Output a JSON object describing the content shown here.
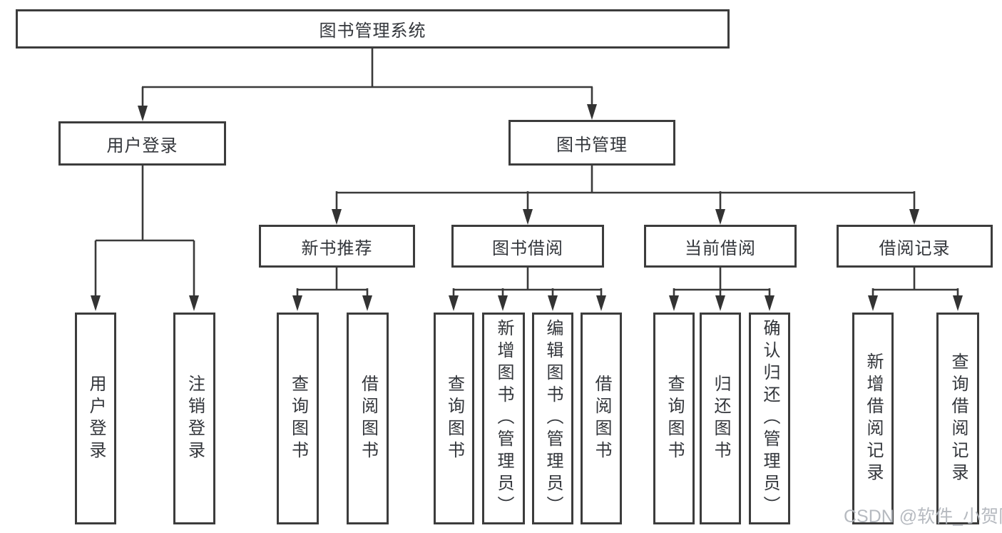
{
  "title": "图书管理系统",
  "branches": {
    "user": {
      "label": "用户登录",
      "children": [
        "用户登录",
        "注销登录"
      ]
    },
    "book": {
      "label": "图书管理",
      "sections": [
        {
          "label": "新书推荐",
          "children": [
            "查询图书",
            "借阅图书"
          ]
        },
        {
          "label": "图书借阅",
          "children": [
            "查询图书",
            "新增图书（管理员）",
            "编辑图书（管理员）",
            "借阅图书"
          ]
        },
        {
          "label": "当前借阅",
          "children": [
            "查询图书",
            "归还图书",
            "确认归还（管理员）"
          ]
        },
        {
          "label": "借阅记录",
          "children": [
            "新增借阅记录",
            "查询借阅记录"
          ]
        }
      ]
    }
  },
  "watermark": "CSDN @软件_小贺同学",
  "colors": {
    "line": "#3a3a3a",
    "box_border": "#3c3c3c",
    "box_background": "#ffffff",
    "text": "#33363b",
    "watermark": "#b2b6bd"
  }
}
